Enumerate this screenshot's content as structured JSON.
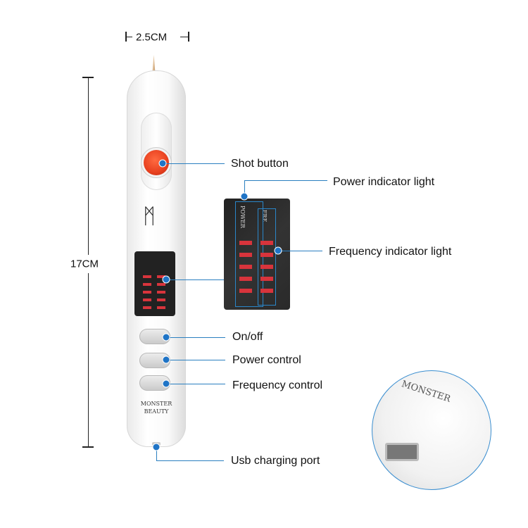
{
  "dimensions": {
    "width": "2.5CM",
    "length": "17CM"
  },
  "device": {
    "brand_logo": "MONSTER BEAUTY",
    "panel_labels": {
      "power": "POWER",
      "frequency": "FRE"
    },
    "levels": [
      "1",
      "2",
      "3",
      "4",
      "5"
    ]
  },
  "callouts": {
    "shot_button": "Shot button",
    "power_indicator": "Power indicator light",
    "frequency_indicator": "Frequency indicator light",
    "on_off": "On/off",
    "power_control": "Power control",
    "frequency_control": "Frequency control",
    "usb_port": "Usb charging port"
  },
  "colors": {
    "callout": "#1f74c6",
    "shot_button": "#e8401f",
    "indicator": "#d8343c"
  }
}
